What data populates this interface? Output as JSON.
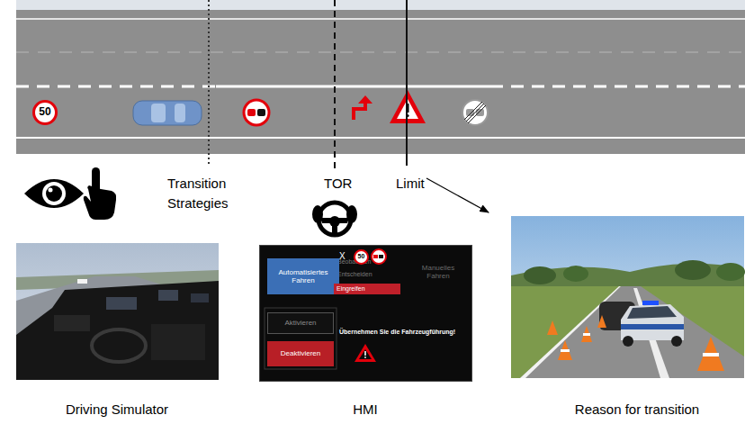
{
  "diagram": {
    "nodes": [
      {
        "text": [
          "50"
        ]
      },
      {
        "text": [
          "X",
          "Beobachten",
          "Entscheiden",
          "Manuelles Fahren",
          "Übernehmen Sie die Fahrzeugführung!"
        ]
      },
      {
        "text": [
          "50"
        ],
        "in": 1
      },
      {
        "text": [
          "Automatisiertes Fahren"
        ],
        "in": 1
      },
      {
        "text": [
          "Eingreifen"
        ],
        "in": 1
      },
      {
        "text": [
          "Aktivieren"
        ],
        "in": 1
      },
      {
        "text": [
          "Deaktivieren"
        ],
        "in": 1
      }
    ],
    "labels": [
      "Transition Strategies",
      "TOR",
      "Limit",
      "Driving Simulator",
      "HMI",
      "Reason for transition"
    ]
  }
}
